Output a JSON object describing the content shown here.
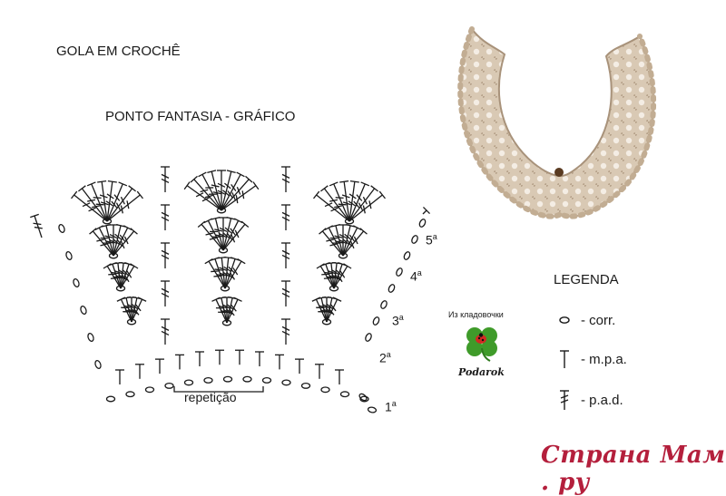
{
  "header": {
    "title": "GOLA EM CROCHÊ",
    "subtitle": "PONTO FANTASIA - GRÁFICO"
  },
  "chart": {
    "rows": [
      {
        "num": "1",
        "suffix": "a"
      },
      {
        "num": "2",
        "suffix": "a"
      },
      {
        "num": "3",
        "suffix": "a"
      },
      {
        "num": "4",
        "suffix": "a"
      },
      {
        "num": "5",
        "suffix": "a"
      }
    ],
    "repeat_label": "repetição"
  },
  "legend": {
    "title": "LEGENDA",
    "items": [
      {
        "symbol": "chain-oval-icon",
        "label": "- corr."
      },
      {
        "symbol": "half-double-crochet-icon",
        "label": "- m.p.a."
      },
      {
        "symbol": "double-crochet-icon",
        "label": "- p.a.d."
      }
    ]
  },
  "credit": {
    "line1": "Из кладовочки",
    "line2": "Podarok"
  },
  "watermark": {
    "text": "Страна Мам . ру"
  },
  "colors": {
    "ink": "#1a1a1a",
    "collar": "#d9c9b4",
    "collar_shadow": "#a8927a",
    "clover": "#3f9b2a",
    "ladybug": "#d12a22",
    "watermark": "#b41f3c"
  }
}
